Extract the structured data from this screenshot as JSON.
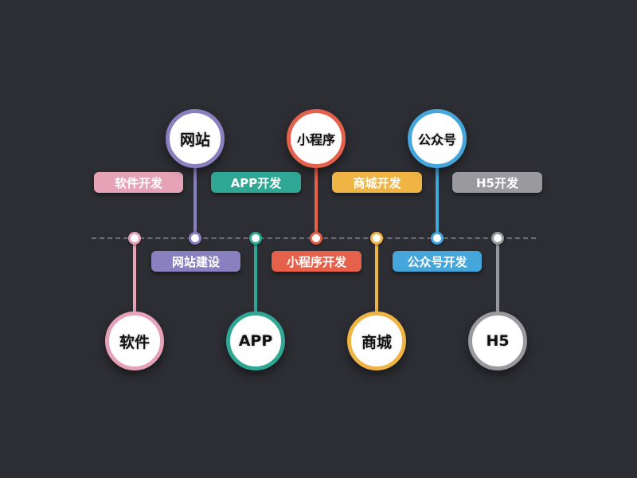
{
  "colors": {
    "background": "#2d2e33",
    "dashline": "#6e7078",
    "pink": "#e6a3b8",
    "purple": "#8a7fbf",
    "teal": "#2fa795",
    "red": "#e5614c",
    "yellow": "#f0b444",
    "blue": "#45a6dc",
    "gray": "#9a999d"
  },
  "nodes": [
    {
      "id": "software",
      "title": "软件",
      "service": "软件开发",
      "position": "bottom",
      "color": "#e6a3b8"
    },
    {
      "id": "website",
      "title": "网站",
      "service": "网站建设",
      "position": "top",
      "color": "#8a7fbf"
    },
    {
      "id": "app",
      "title": "APP",
      "service": "APP开发",
      "position": "bottom",
      "color": "#2fa795"
    },
    {
      "id": "miniprogram",
      "title": "小程序",
      "service": "小程序开发",
      "position": "top",
      "color": "#e5614c"
    },
    {
      "id": "mall",
      "title": "商城",
      "service": "商城开发",
      "position": "bottom",
      "color": "#f0b444"
    },
    {
      "id": "official-account",
      "title": "公众号",
      "service": "公众号开发",
      "position": "top",
      "color": "#45a6dc"
    },
    {
      "id": "h5",
      "title": "H5",
      "service": "H5开发",
      "position": "bottom",
      "color": "#9a999d"
    }
  ]
}
